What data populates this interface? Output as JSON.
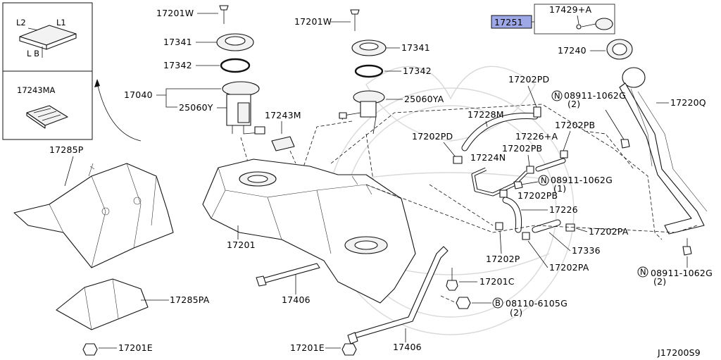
{
  "callout_boxes": {
    "dims": [
      "L2",
      "L1",
      "L B"
    ],
    "seal_part": "17243MA"
  },
  "highlight": {
    "part": "17251",
    "color": "#9fa8e6"
  },
  "labels": {
    "p17201W_a": "17201W",
    "p17201W_b": "17201W",
    "p17341_a": "17341",
    "p17341_b": "17341",
    "p17342_a": "17342",
    "p17342_b": "17342",
    "p17040": "17040",
    "p25060Y": "25060Y",
    "p25060YA": "25060YA",
    "p17243M": "17243M",
    "p17285P": "17285P",
    "p17285PA": "17285PA",
    "p17201E_a": "17201E",
    "p17201E_b": "17201E",
    "p17201": "17201",
    "p17406_a": "17406",
    "p17406_b": "17406",
    "p17429A": "17429+A",
    "p17240": "17240",
    "p17220Q": "17220Q",
    "p17202PD_a": "17202PD",
    "p17202PD_b": "17202PD",
    "p17228M": "17228M",
    "p17226A": "17226+A",
    "p17202PB_a": "17202PB",
    "p17202PB_b": "17202PB",
    "p17202PB_c": "17202PB",
    "p17224N": "17224N",
    "p17226": "17226",
    "p17202PA_a": "17202PA",
    "p17202PA_b": "17202PA",
    "p17336": "17336",
    "p17202P": "17202P",
    "p17201C": "17201C",
    "n08911_a": "08911-1062G",
    "q08911_a": "(2)",
    "n08911_b": "08911-1062G",
    "q08911_b": "(1)",
    "n08911_c": "08911-1062G",
    "q08911_c": "(2)",
    "b08110": "08110-6105G",
    "q08110": "(2)",
    "n_symbol": "N",
    "b_symbol": "B",
    "code": "J17200S9"
  }
}
